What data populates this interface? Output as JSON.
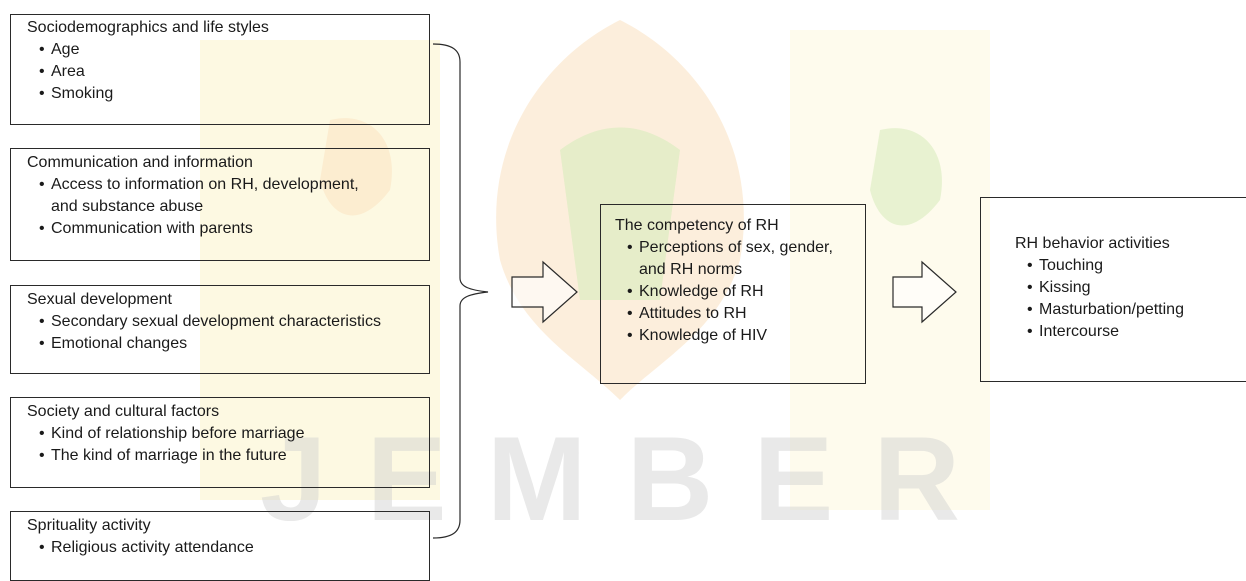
{
  "colors": {
    "watermark_orange": "#f2a23a",
    "watermark_green": "#8cc63f",
    "watermark_yellow": "#f5e26b",
    "border": "#2a2a2a"
  },
  "factors": [
    {
      "title": "Sociodemographics and life styles",
      "items": [
        "Age",
        "Area",
        "Smoking"
      ]
    },
    {
      "title": "Communication and information",
      "items": [
        "Access to information on RH, development, and substance abuse",
        "Communication with parents"
      ]
    },
    {
      "title": "Sexual development",
      "items": [
        "Secondary sexual development characteristics",
        "Emotional changes"
      ]
    },
    {
      "title": "Society and cultural factors",
      "items": [
        "Kind of relationship before marriage",
        "The kind of marriage in the future"
      ]
    },
    {
      "title": "Sprituality activity",
      "items": [
        "Religious activity attendance"
      ]
    }
  ],
  "competency": {
    "title": "The competency of  RH",
    "items": [
      "Perceptions of sex, gender, and RH norms",
      "Knowledge of RH",
      "Attitudes to RH",
      "Knowledge of HIV"
    ]
  },
  "behavior": {
    "title": "RH behavior activities",
    "items": [
      "Touching",
      "Kissing",
      "Masturbation/petting",
      "Intercourse"
    ]
  },
  "watermark": {
    "text": "JEMBER",
    "icon": "university-emblem-watermark"
  }
}
